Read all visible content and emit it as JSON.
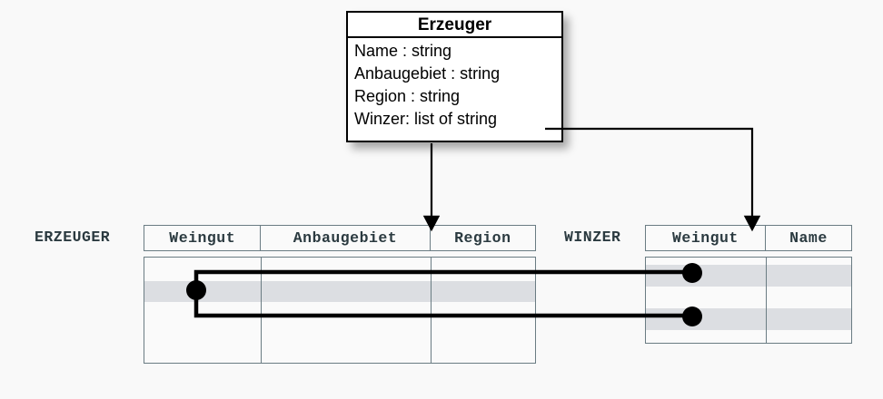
{
  "diagram": {
    "title": "Erzeuger",
    "background_color": "#f9f9f9"
  },
  "uml_class": {
    "name": "Erzeuger",
    "attributes": [
      "Name : string",
      "Anbaugebiet : string",
      "Region : string",
      "Winzer: list of string"
    ],
    "border_color": "#000000",
    "fill_color": "#ffffff"
  },
  "tables": [
    {
      "label": "ERZEUGER",
      "columns": [
        "Weingut",
        "Anbaugebiet",
        "Region"
      ],
      "rows": [
        {
          "highlighted": false,
          "cells": [
            "",
            "",
            ""
          ]
        },
        {
          "highlighted": true,
          "cells": [
            "",
            "",
            ""
          ]
        },
        {
          "highlighted": false,
          "cells": [
            "",
            "",
            ""
          ]
        },
        {
          "highlighted": false,
          "cells": [
            "",
            "",
            ""
          ]
        }
      ],
      "header_text_color": "#2b3a40",
      "grid_color": "#6a7c83",
      "highlight_color": "#dcdee2"
    },
    {
      "label": "WINZER",
      "columns": [
        "Weingut",
        "Name"
      ],
      "rows": [
        {
          "highlighted": true,
          "cells": [
            "",
            ""
          ]
        },
        {
          "highlighted": false,
          "cells": [
            "",
            ""
          ]
        },
        {
          "highlighted": true,
          "cells": [
            "",
            ""
          ]
        }
      ],
      "header_text_color": "#2b3a40",
      "grid_color": "#6a7c83",
      "highlight_color": "#dcdee2"
    }
  ],
  "connectors": {
    "mapping_arrows": [
      {
        "from": "uml-class-bottom",
        "to": "erzeuger-table-header",
        "style": "arrow"
      },
      {
        "from": "uml-attribute-winzer",
        "to": "winzer-table-weingut-column",
        "style": "arrow"
      }
    ],
    "link_line_color": "#000000",
    "junction_dots": 3
  }
}
